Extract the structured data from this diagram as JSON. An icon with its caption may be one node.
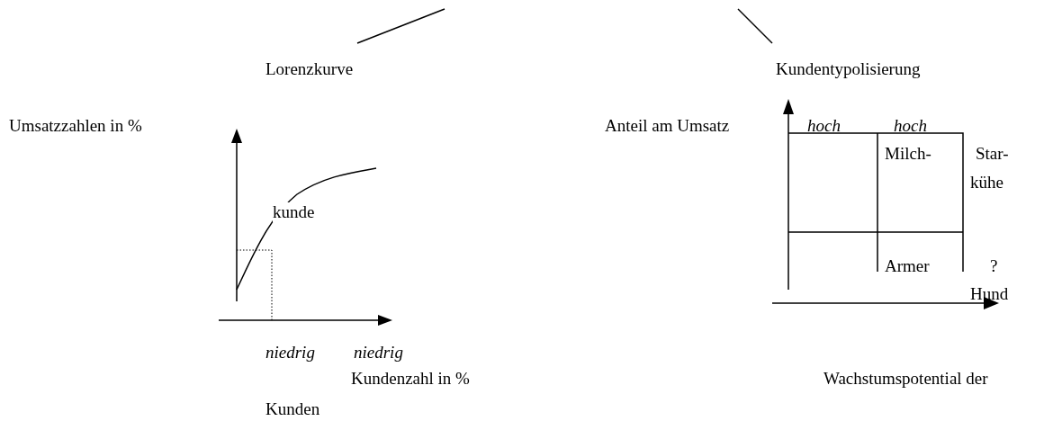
{
  "diagram": {
    "nodes": [
      {
        "text": [
          "Lorenzkurve"
        ]
      },
      {
        "text": [
          "Kundentypolisierung"
        ]
      }
    ],
    "edges": [
      {
        "from": null,
        "to": 0,
        "arrow": "none"
      },
      {
        "from": null,
        "to": 1,
        "arrow": "none"
      }
    ],
    "labels": [
      "Umsatzzahlen in %",
      "Anteil am Umsatz",
      "hoch",
      "hoch",
      "Milch-",
      "Star-",
      "kunde",
      "kühe",
      "Armer",
      "?",
      "Hund",
      "niedrig",
      "niedrig",
      "Kundenzahl in %",
      "Wachstumspotential der",
      "Kunden"
    ]
  }
}
